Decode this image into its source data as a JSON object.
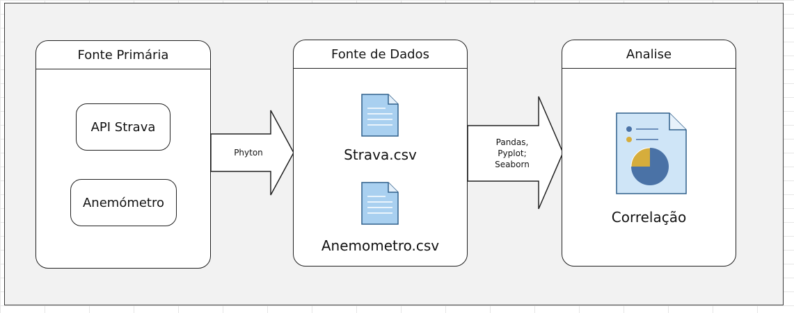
{
  "panels": {
    "source": {
      "title": "Fonte Primária",
      "items": [
        "API Strava",
        "Anemómetro"
      ]
    },
    "data": {
      "title": "Fonte de Dados",
      "files": [
        "Strava.csv",
        "Anemometro.csv"
      ]
    },
    "analysis": {
      "title": "Analise",
      "result": "Correlação"
    }
  },
  "edges": {
    "first": "Phyton",
    "second": [
      "Pandas,",
      "Pyplot;",
      "Seaborn"
    ]
  },
  "colors": {
    "doc_blue": "#9dc7ea",
    "chart_blue": "#4a72a6",
    "chart_gold": "#d6ad3c"
  },
  "icons": [
    "file-icon",
    "report-chart-icon"
  ]
}
